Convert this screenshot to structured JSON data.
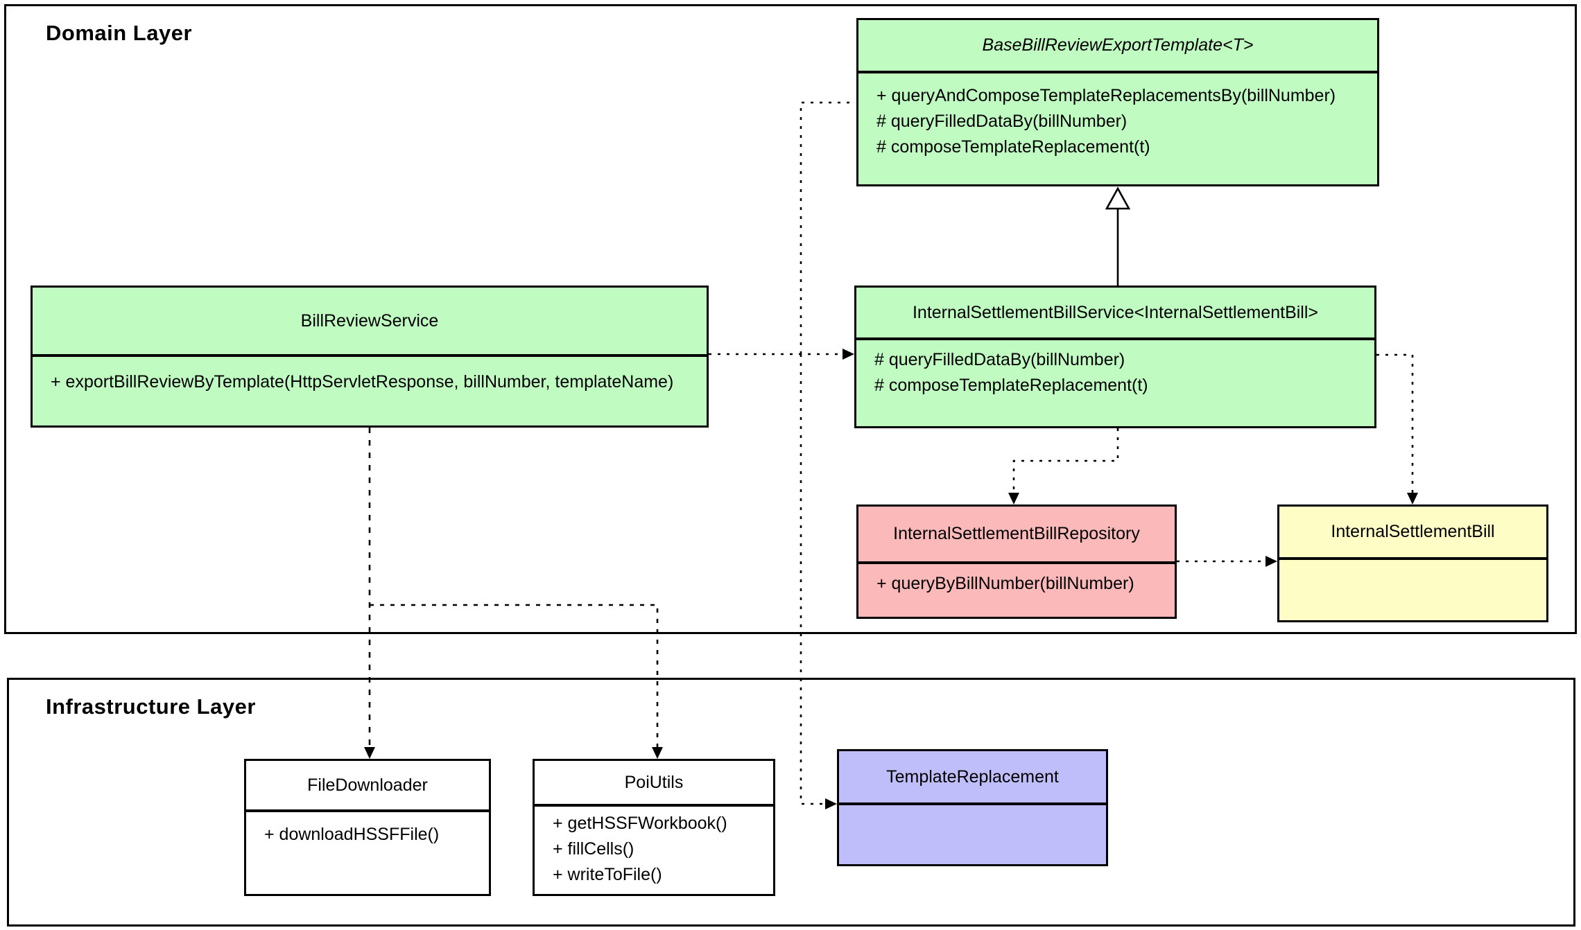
{
  "diagram": {
    "layers": {
      "domain": {
        "label": "Domain Layer"
      },
      "infrastructure": {
        "label": "Infrastructure Layer"
      }
    },
    "classes": {
      "base_template": {
        "name": "BaseBillReviewExportTemplate<T>",
        "abstract": true,
        "fill": "green",
        "methods": [
          "+ queryAndComposeTemplateReplacementsBy(billNumber)",
          "# queryFilledDataBy(billNumber)",
          "# composeTemplateReplacement(t)"
        ]
      },
      "bill_review_service": {
        "name": "BillReviewService",
        "abstract": false,
        "fill": "green",
        "methods": [
          "+ exportBillReviewByTemplate(HttpServletResponse, billNumber, templateName)"
        ]
      },
      "internal_settlement_bill_service": {
        "name": "InternalSettlementBillService<InternalSettlementBill>",
        "abstract": false,
        "fill": "green",
        "methods": [
          "# queryFilledDataBy(billNumber)",
          "# composeTemplateReplacement(t)"
        ]
      },
      "internal_settlement_bill_repository": {
        "name": "InternalSettlementBillRepository",
        "abstract": false,
        "fill": "pink",
        "methods": [
          "+ queryByBillNumber(billNumber)"
        ]
      },
      "internal_settlement_bill": {
        "name": "InternalSettlementBill",
        "abstract": false,
        "fill": "yellow",
        "methods": []
      },
      "file_downloader": {
        "name": "FileDownloader",
        "abstract": false,
        "fill": "white",
        "methods": [
          "+ downloadHSSFFile()"
        ]
      },
      "poi_utils": {
        "name": "PoiUtils",
        "abstract": false,
        "fill": "white",
        "methods": [
          "+ getHSSFWorkbook()",
          "+ fillCells()",
          "+ writeToFile()"
        ]
      },
      "template_replacement": {
        "name": "TemplateReplacement",
        "abstract": false,
        "fill": "purple",
        "methods": []
      }
    },
    "colors": {
      "green": "#c0fcc1",
      "pink": "#fbb9b9",
      "yellow": "#fdfdc5",
      "purple": "#bfbefb",
      "white": "#ffffff"
    },
    "relationships": [
      {
        "from": "InternalSettlementBillService",
        "to": "BaseBillReviewExportTemplate",
        "type": "inheritance"
      },
      {
        "from": "BillReviewService",
        "to": "InternalSettlementBillService",
        "type": "dependency"
      },
      {
        "from": "BillReviewService",
        "to": "BaseBillReviewExportTemplate",
        "type": "dependency"
      },
      {
        "from": "BillReviewService",
        "to": "TemplateReplacement",
        "type": "dependency"
      },
      {
        "from": "InternalSettlementBillService",
        "to": "InternalSettlementBillRepository",
        "type": "dependency"
      },
      {
        "from": "InternalSettlementBillService",
        "to": "InternalSettlementBill",
        "type": "dependency"
      },
      {
        "from": "InternalSettlementBillRepository",
        "to": "InternalSettlementBill",
        "type": "dependency"
      },
      {
        "from": "BillReviewService",
        "to": "FileDownloader",
        "type": "dependency"
      },
      {
        "from": "BillReviewService",
        "to": "PoiUtils",
        "type": "dependency"
      }
    ]
  }
}
